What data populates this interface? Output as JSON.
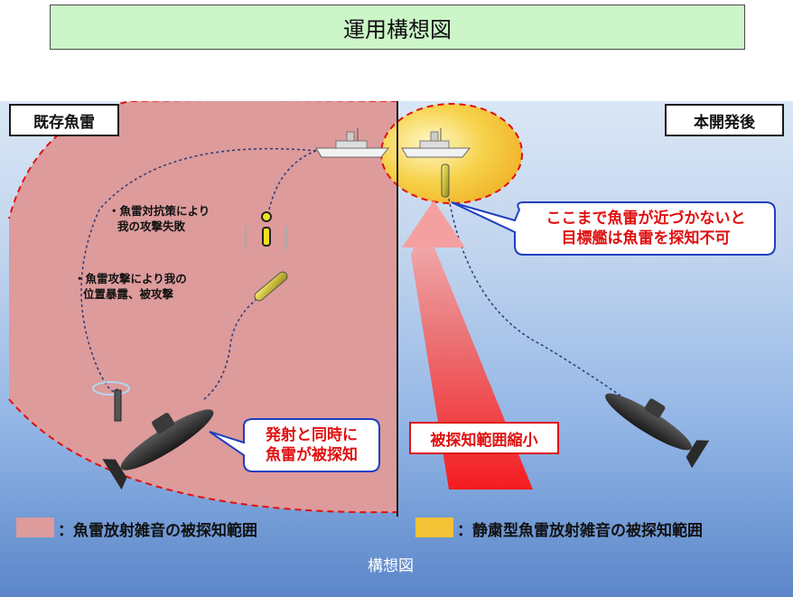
{
  "title": "運用構想図",
  "left_panel": {
    "label": "既存魚雷",
    "note1_line1": "・魚雷対抗策により",
    "note1_line2": "我の攻撃失敗",
    "note2_line1": "・魚雷攻撃により我の",
    "note2_line2": "位置暴露、被攻撃",
    "callout_line1": "発射と同時に",
    "callout_line2": "魚雷が被探知"
  },
  "right_panel": {
    "label": "本開発後",
    "callout_line1": "ここまで魚雷が近づかないと",
    "callout_line2": "目標艦は魚雷を探知不可",
    "arrow_label": "被探知範囲縮小"
  },
  "legend": {
    "left_text": "：魚雷放射雑音の被探知範囲",
    "right_text": "：静粛型魚雷放射雑音の被探知範囲"
  },
  "caption": "構想図",
  "colors": {
    "left_range": "#dd9b9b",
    "right_range": "#f4c235",
    "callout_border": "#1f3fbf",
    "accent_red": "#e01010"
  }
}
